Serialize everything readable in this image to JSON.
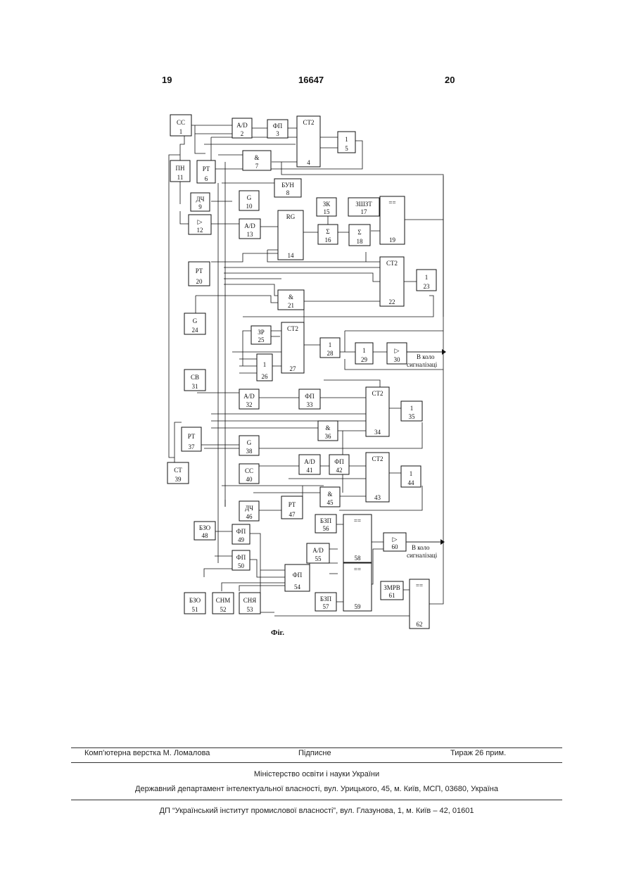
{
  "header": {
    "left_page": "19",
    "doc_number": "16647",
    "right_page": "20"
  },
  "figure": {
    "caption": "Фіг.",
    "blocks": [
      {
        "id": "1",
        "label": "СС",
        "num": "1"
      },
      {
        "id": "2",
        "label": "A/D",
        "num": "2"
      },
      {
        "id": "3",
        "label": "ФП",
        "num": "3"
      },
      {
        "id": "4",
        "label": "СТ2",
        "num": "4"
      },
      {
        "id": "5",
        "label": "1",
        "num": "5"
      },
      {
        "id": "6",
        "label": "РТ",
        "num": "6"
      },
      {
        "id": "7",
        "label": "&",
        "num": "7"
      },
      {
        "id": "8",
        "label": "БУН",
        "num": "8"
      },
      {
        "id": "9",
        "label": "ДЧ",
        "num": "9"
      },
      {
        "id": "10",
        "label": "G",
        "num": "10"
      },
      {
        "id": "11",
        "label": "ПН",
        "num": "11"
      },
      {
        "id": "12",
        "label": "▷",
        "num": "12"
      },
      {
        "id": "13",
        "label": "A/D",
        "num": "13"
      },
      {
        "id": "14",
        "label": "RG",
        "num": "14"
      },
      {
        "id": "15",
        "label": "ЗК",
        "num": "15"
      },
      {
        "id": "16",
        "label": "Σ",
        "num": "16"
      },
      {
        "id": "17",
        "label": "ЗШЗТ",
        "num": "17"
      },
      {
        "id": "18",
        "label": "Σ",
        "num": "18"
      },
      {
        "id": "19",
        "label": "==",
        "num": "19"
      },
      {
        "id": "20",
        "label": "РТ",
        "num": "20"
      },
      {
        "id": "21",
        "label": "&",
        "num": "21"
      },
      {
        "id": "22",
        "label": "СТ2",
        "num": "22"
      },
      {
        "id": "23",
        "label": "1",
        "num": "23"
      },
      {
        "id": "24",
        "label": "G",
        "num": "24"
      },
      {
        "id": "25",
        "label": "ЗР",
        "num": "25"
      },
      {
        "id": "26",
        "label": "1",
        "num": "26"
      },
      {
        "id": "27",
        "label": "СТ2",
        "num": "27"
      },
      {
        "id": "28",
        "label": "1",
        "num": "28"
      },
      {
        "id": "29",
        "label": "1",
        "num": "29"
      },
      {
        "id": "30",
        "label": "▷",
        "num": "30"
      },
      {
        "id": "31",
        "label": "СВ",
        "num": "31"
      },
      {
        "id": "32",
        "label": "A/D",
        "num": "32"
      },
      {
        "id": "33",
        "label": "ФП",
        "num": "33"
      },
      {
        "id": "34",
        "label": "СТ2",
        "num": "34"
      },
      {
        "id": "35",
        "label": "1",
        "num": "35"
      },
      {
        "id": "36",
        "label": "&",
        "num": "36"
      },
      {
        "id": "37",
        "label": "РТ",
        "num": "37"
      },
      {
        "id": "38",
        "label": "G",
        "num": "38"
      },
      {
        "id": "39",
        "label": "СТ",
        "num": "39"
      },
      {
        "id": "40",
        "label": "СС",
        "num": "40"
      },
      {
        "id": "41",
        "label": "A/D",
        "num": "41"
      },
      {
        "id": "42",
        "label": "ФП",
        "num": "42"
      },
      {
        "id": "43",
        "label": "СТ2",
        "num": "43"
      },
      {
        "id": "44",
        "label": "1",
        "num": "44"
      },
      {
        "id": "45",
        "label": "&",
        "num": "45"
      },
      {
        "id": "46",
        "label": "ДЧ",
        "num": "46"
      },
      {
        "id": "47",
        "label": "РТ",
        "num": "47"
      },
      {
        "id": "48",
        "label": "БЗО",
        "num": "48"
      },
      {
        "id": "49",
        "label": "ФП",
        "num": "49"
      },
      {
        "id": "50",
        "label": "ФП",
        "num": "50"
      },
      {
        "id": "51",
        "label": "БЗО",
        "num": "51"
      },
      {
        "id": "52",
        "label": "СНМ",
        "num": "52"
      },
      {
        "id": "53",
        "label": "СНЯ",
        "num": "53"
      },
      {
        "id": "54",
        "label": "ФП",
        "num": "54"
      },
      {
        "id": "55",
        "label": "A/D",
        "num": "55"
      },
      {
        "id": "56",
        "label": "БЗП",
        "num": "56"
      },
      {
        "id": "57",
        "label": "БЗП",
        "num": "57"
      },
      {
        "id": "58",
        "label": "==",
        "num": "58"
      },
      {
        "id": "59",
        "label": "==",
        "num": "59"
      },
      {
        "id": "60",
        "label": "▷",
        "num": "60"
      },
      {
        "id": "61",
        "label": "ЗМРВ",
        "num": "61"
      },
      {
        "id": "62",
        "label": "==",
        "num": "62"
      }
    ],
    "outputs": [
      {
        "line1": "В коло",
        "line2": "сигналізаці"
      },
      {
        "line1": "В коло",
        "line2": "сигналізаці"
      }
    ]
  },
  "footer": {
    "layout": "Комп’ютерна верстка М. Ломалова",
    "signed": "Підписне",
    "circulation": "Тираж 26 прим.",
    "ministry": "Міністерство освіти і науки України",
    "department": "Державний департамент інтелектуальної власності, вул. Урицького, 45, м. Київ, МСП, 03680, Україна",
    "institute": "ДП “Український інститут промислової власності”, вул. Глазунова, 1, м. Київ – 42, 01601"
  }
}
